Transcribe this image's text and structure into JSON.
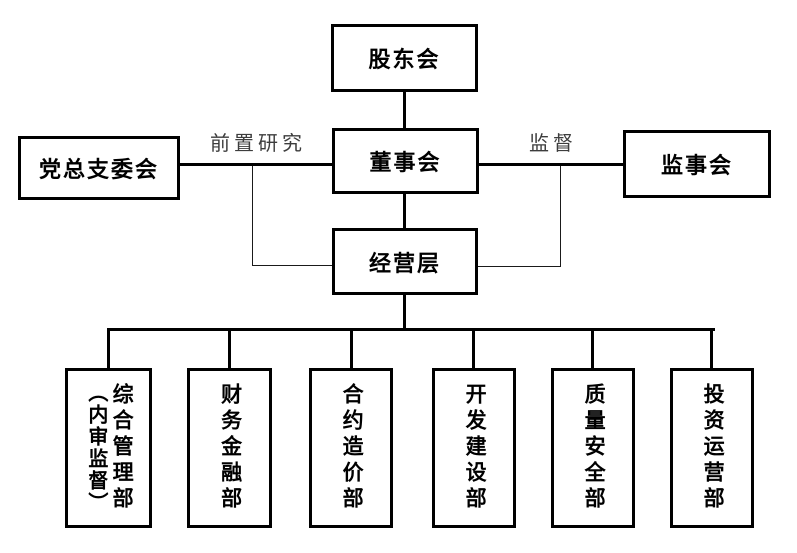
{
  "diagram": {
    "type": "org-chart",
    "nodes": {
      "shareholders": "股东会",
      "party_branch": "党总支委会",
      "board": "董事会",
      "supervisors": "监事会",
      "management": "经营层"
    },
    "edge_labels": {
      "pre_research": "前置研究",
      "supervision": "监督"
    },
    "departments": [
      {
        "label": "综合管理部",
        "sublabel": "（内审监督）"
      },
      {
        "label": "财务金融部"
      },
      {
        "label": "合约造价部"
      },
      {
        "label": "开发建设部"
      },
      {
        "label": "质量安全部"
      },
      {
        "label": "投资运营部"
      }
    ],
    "colors": {
      "line": "#000000",
      "edge_label": "#3d3d3d",
      "background": "#ffffff"
    }
  }
}
